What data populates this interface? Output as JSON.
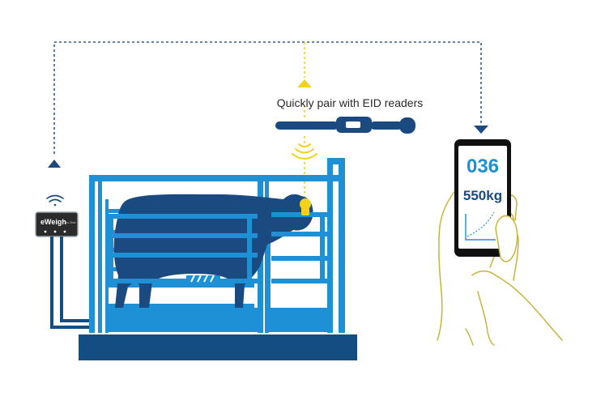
{
  "caption": "Quickly pair with EID readers",
  "device": {
    "brand_label": "eWeigh",
    "model_label": "Tru-Test"
  },
  "phone": {
    "tag_number": "036",
    "weight": "550kg"
  },
  "colors": {
    "primary_blue": "#1e90d6",
    "dark_blue": "#134d82",
    "navy": "#1a4a80",
    "eid_yellow": "#f3d21a",
    "hand_outline": "#c9b43a",
    "phone_frame": "#111111"
  },
  "icons": [
    "wifi-icon",
    "rfid-signal-icon",
    "arrow-up-icon",
    "arrow-down-icon",
    "eid-tag-icon"
  ]
}
